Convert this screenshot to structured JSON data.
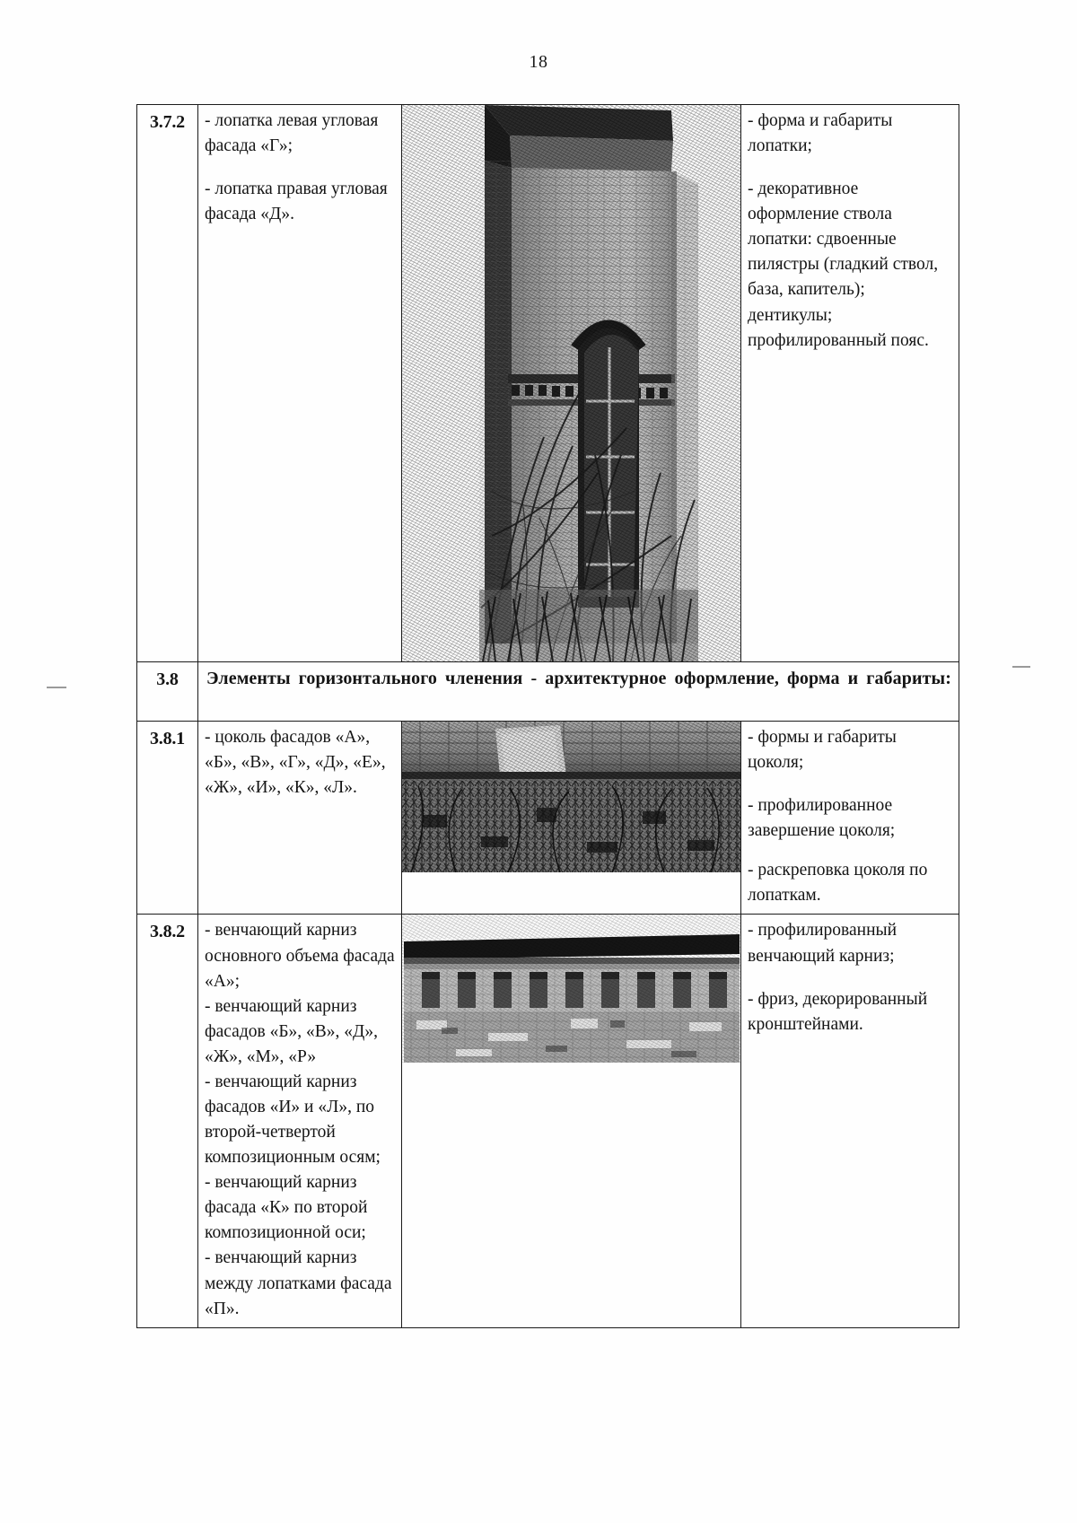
{
  "page": {
    "number": "18",
    "language": "ru"
  },
  "table": {
    "rows": [
      {
        "id": "row-3-7-2",
        "number": "3.7.2",
        "description": [
          "- лопатка левая угловая фасада «Г»;",
          "- лопатка правая угловая фасада «Д»."
        ],
        "photo": {
          "name": "photo-corner-pilaster-facade",
          "caption": "Фотография угловой лопатки фасада с арочным окном"
        },
        "requirements": [
          "- форма и габариты лопатки;",
          "- декоративное оформление ствола лопатки: сдвоенные пилястры (гладкий ствол, база, капитель); дентикулы; профилированный пояс."
        ]
      },
      {
        "id": "row-3-8",
        "number": "3.8",
        "heading": "Элементы горизонтального членения - архитектурное оформление, форма и габариты:",
        "heading_line1": "Элементы горизонтального членения - архитектурное оформление, форма",
        "heading_line2": "и габариты:"
      },
      {
        "id": "row-3-8-1",
        "number": "3.8.1",
        "description": [
          "- цоколь фасадов «А», «Б», «В», «Г», «Д», «Е», «Ж», «И», «К», «Л»."
        ],
        "photo": {
          "name": "photo-plinth-socle",
          "caption": "Фотография цоколя фасада, заросшего травой"
        },
        "requirements": [
          "- формы и габариты цоколя;",
          "- профилированное завершение цоколя;",
          "- раскреповка цоколя по лопаткам."
        ]
      },
      {
        "id": "row-3-8-2",
        "number": "3.8.2",
        "description": [
          "- венчающий карниз основного объема фасада «А»;",
          "- венчающий карниз фасадов «Б», «В», «Д», «Ж», «М», «Р»",
          "- венчающий карниз фасадов «И» и «Л», по второй-четвертой композиционным осям;",
          "- венчающий карниз фасада «К» по второй композиционной оси;",
          "- венчающий карниз между лопатками фасада «П»."
        ],
        "photo": {
          "name": "photo-crowning-cornice",
          "caption": "Фотография венчающего карниза с фризом и кронштейнами"
        },
        "requirements": [
          "- профилированный венчающий карниз;",
          "- фриз, декорированный кронштейнами."
        ]
      }
    ]
  },
  "colors": {
    "ink": "#141414",
    "rule": "#1b1b1b",
    "paper": "#fefefe"
  }
}
